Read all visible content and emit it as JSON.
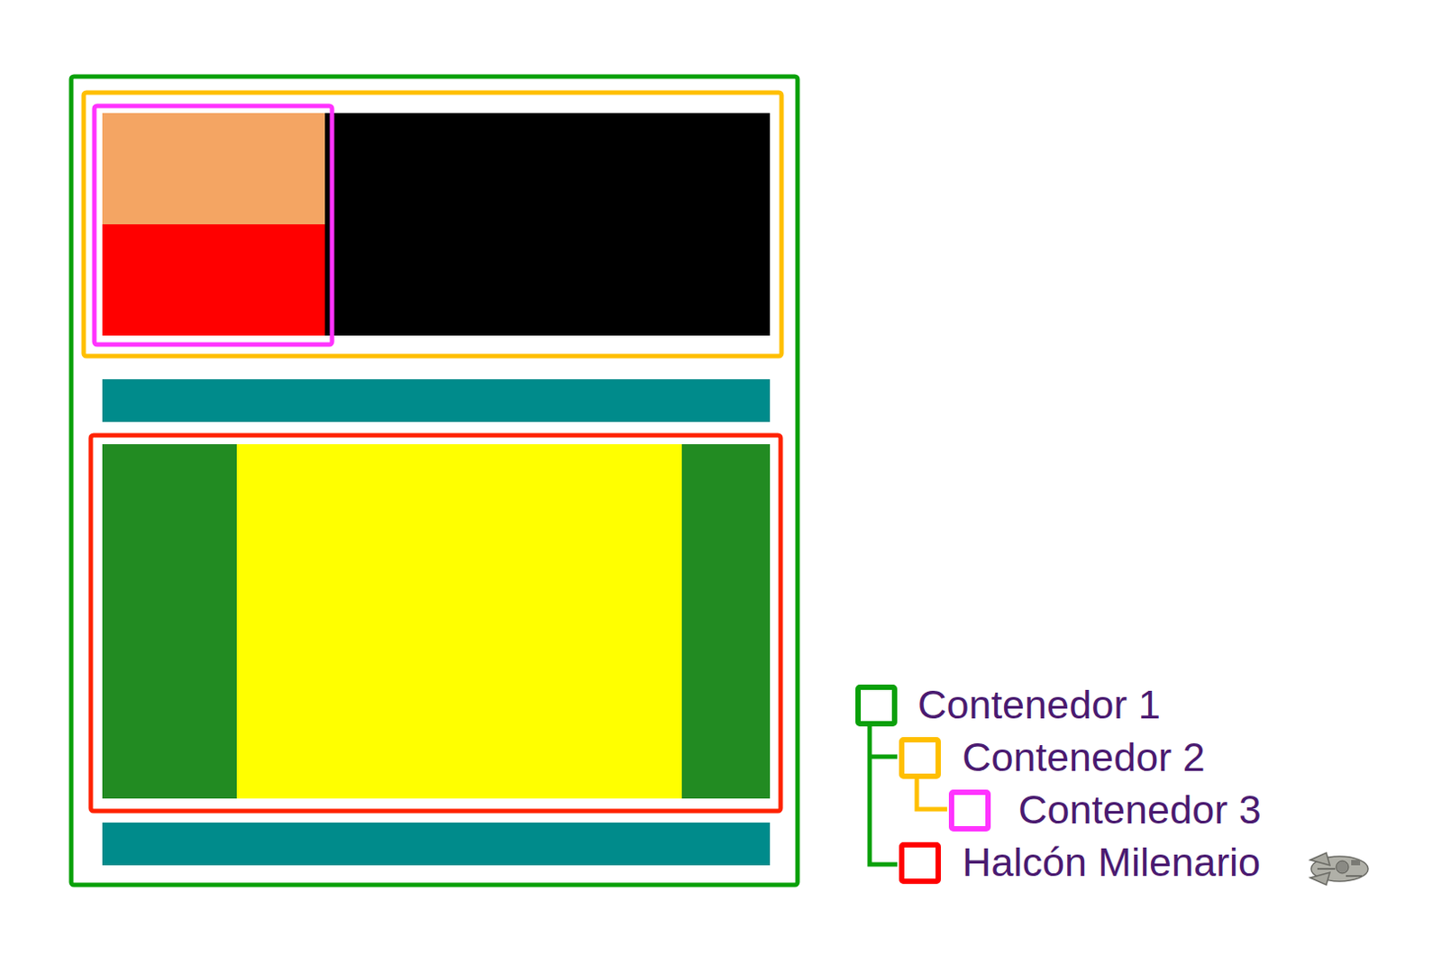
{
  "diagram": {
    "legend": [
      {
        "text": "Contenedor 1"
      },
      {
        "text": "Contenedor 2"
      },
      {
        "text": "Contenedor 3"
      },
      {
        "text": "Halcón Milenario"
      }
    ]
  }
}
